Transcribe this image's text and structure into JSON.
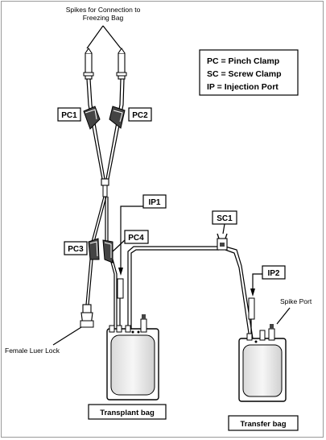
{
  "top_note": {
    "line1": "Spikes for Connection to",
    "line2": "Freezing Bag"
  },
  "legend": {
    "line1": "PC = Pinch Clamp",
    "line2": "SC = Screw Clamp",
    "line3": "IP = Injection Port"
  },
  "labels": {
    "pc1": "PC1",
    "pc2": "PC2",
    "pc3": "PC3",
    "pc4": "PC4",
    "ip1": "IP1",
    "ip2": "IP2",
    "sc1": "SC1",
    "female_luer": "Female Luer Lock",
    "spike_port": "Spike Port",
    "transplant_bag": "Transplant bag",
    "transfer_bag": "Transfer bag"
  },
  "colors": {
    "line": "#000000",
    "background": "#ffffff",
    "bag_fill": "#eeeeee",
    "frame": "#9a9a9a"
  }
}
